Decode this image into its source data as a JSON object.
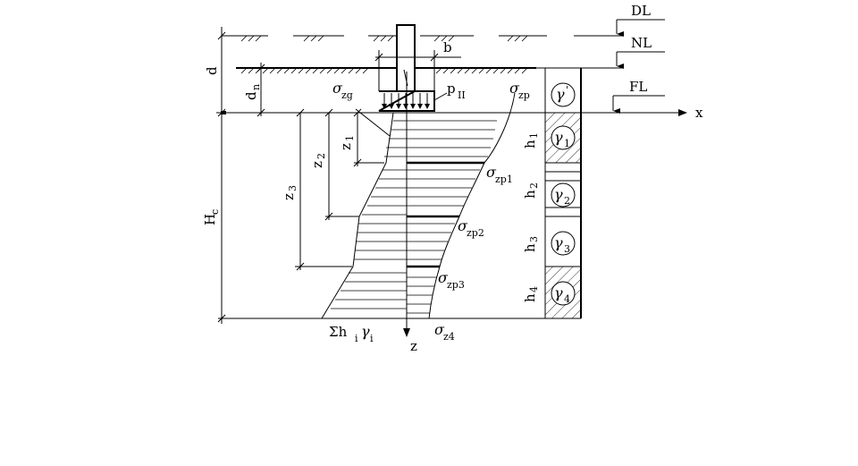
{
  "levels": {
    "dl": "DL",
    "nl": "NL",
    "fl": "FL"
  },
  "axes": {
    "x": "x",
    "z": "z"
  },
  "dimensions": {
    "d": "d",
    "dn_main": "d",
    "dn_sub": "n",
    "b": "b",
    "hc_main": "H",
    "hc_sub": "c",
    "z1_main": "z",
    "z1_sub": "1",
    "z2_main": "z",
    "z2_sub": "2",
    "z3_main": "z",
    "z3_sub": "3"
  },
  "loads": {
    "p_main": "p",
    "p_sub": "II"
  },
  "stresses": {
    "sigma": "σ",
    "zg_sub": "zg",
    "zp_sub": "zp",
    "zp1_sub": "zp1",
    "zp2_sub": "zp2",
    "zp3_sub": "zp3",
    "z4_sub": "z4",
    "sum_prefix": "Σh",
    "sum_i1": "i",
    "sum_gamma": "γ",
    "sum_i2": "i"
  },
  "layers": {
    "h_main": "h",
    "h1_sub": "1",
    "h2_sub": "2",
    "h3_sub": "3",
    "h4_sub": "4",
    "gamma": "γ",
    "gamma_top_mark": "'",
    "g1_sub": "1",
    "g2_sub": "2",
    "g3_sub": "3",
    "g4_sub": "4"
  }
}
